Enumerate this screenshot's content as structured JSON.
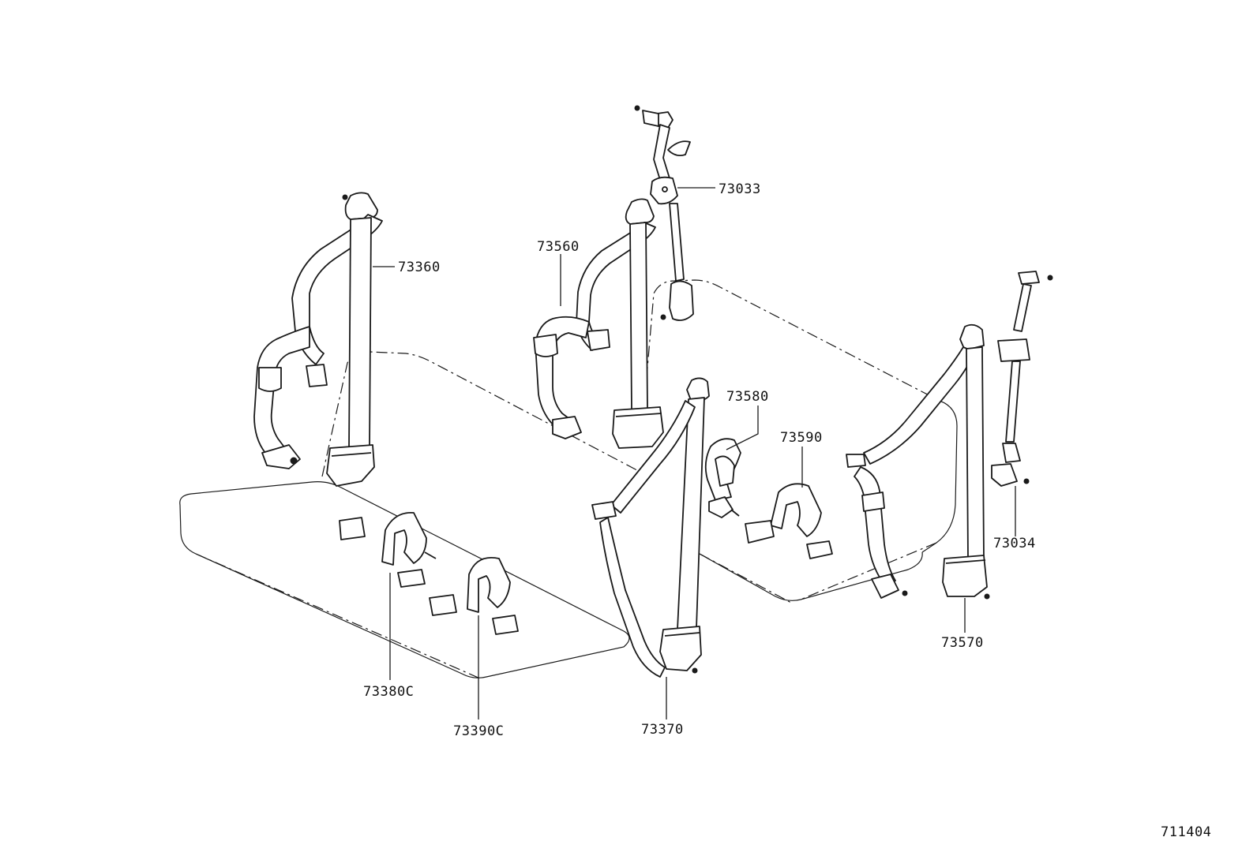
{
  "diagram": {
    "ref_code": "711404",
    "part_labels": [
      {
        "id": "73033",
        "text": "73033"
      },
      {
        "id": "73360",
        "text": "73360"
      },
      {
        "id": "73560",
        "text": "73560"
      },
      {
        "id": "73580",
        "text": "73580"
      },
      {
        "id": "73590",
        "text": "73590"
      },
      {
        "id": "73034",
        "text": "73034"
      },
      {
        "id": "73570",
        "text": "73570"
      },
      {
        "id": "73380c",
        "text": "73380C"
      },
      {
        "id": "73390c",
        "text": "73390C"
      },
      {
        "id": "73370",
        "text": "73370"
      }
    ]
  }
}
